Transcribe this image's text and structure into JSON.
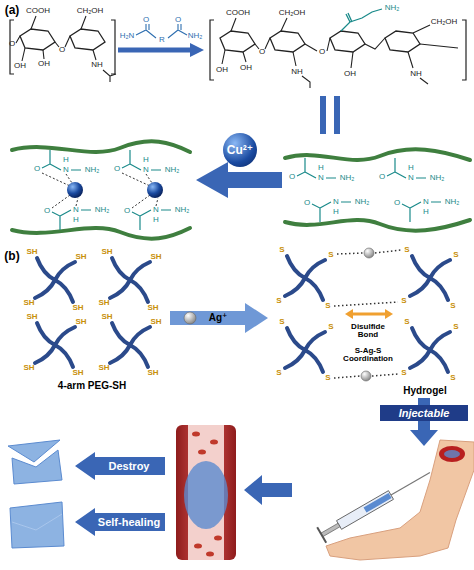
{
  "diagram": {
    "nodes": [
      {
        "text": [
          "Cu²⁺"
        ]
      },
      {
        "text": [
          "Injectable"
        ]
      },
      {
        "text": [
          "Destroy"
        ]
      },
      {
        "text": [
          "Self-healing"
        ]
      }
    ],
    "labels": [
      "(a)",
      "COOH",
      "CH₂OH",
      "O",
      "OH",
      "OH",
      "O",
      "NH",
      "H₂N",
      "O",
      "O",
      "R",
      "NH₂",
      "COOH",
      "CH₂OH",
      "O",
      "OH",
      "OH",
      "O",
      "NH",
      "CH₂OH",
      "NH₂",
      "OH",
      "NH",
      "O",
      "H",
      "N",
      "NH₂",
      "O",
      "H",
      "N",
      "NH₂",
      "O",
      "H",
      "N",
      "NH₂",
      "O",
      "H",
      "N",
      "NH₂",
      "O",
      "H",
      "N",
      "NH₂",
      "O",
      "H",
      "N",
      "NH₂",
      "O",
      "H",
      "N",
      "NH₂",
      "O",
      "H",
      "N",
      "NH₂",
      "(b)",
      "SH",
      "SH",
      "SH",
      "SH",
      "SH",
      "SH",
      "SH",
      "SH",
      "SH",
      "SH",
      "SH",
      "SH",
      "SH",
      "SH",
      "SH",
      "SH",
      "4-arm PEG-SH",
      "Ag⁺",
      "S",
      "S",
      "S",
      "S",
      "S",
      "S",
      "S",
      "S",
      "S",
      "S",
      "S",
      "S",
      "S",
      "S",
      "S",
      "S",
      "Disulfide Bond",
      "S-Ag-S Coordination",
      "Hydrogel"
    ]
  }
}
